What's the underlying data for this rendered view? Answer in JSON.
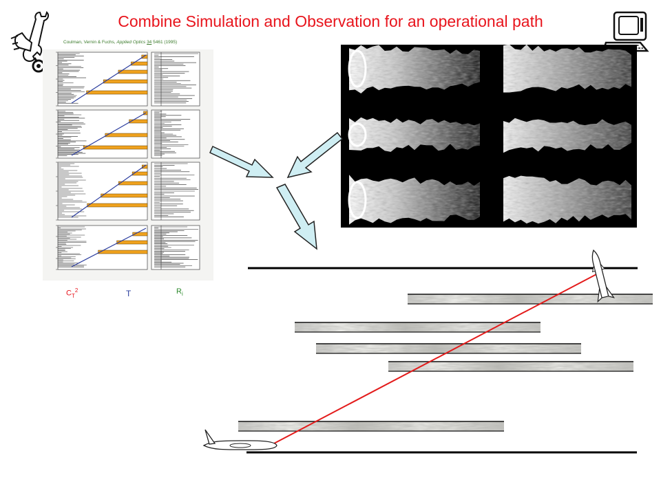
{
  "title": "Combine Simulation and Observation for an operational path",
  "citation": {
    "authors": "Coulman, Vernin & Fuchs,",
    "journal": "Applied Optics",
    "volume": "34",
    "rest": "5461 (1995)"
  },
  "profile_labels": {
    "ct2_main": "C",
    "ct2_sub": "T",
    "ct2_sup": "2",
    "t": "T",
    "ri_main": "R",
    "ri_sub": "i"
  },
  "icons": {
    "wrench": "hand-wrench-icon",
    "computer": "computer-terminal-icon",
    "aircraft": "aircraft-icon",
    "missile": "missile-icon"
  },
  "colors": {
    "title": "#e8141c",
    "arrow_fill": "#cfeef3",
    "laser_path": "#e31b1b",
    "layer_fill": "#f0a21e",
    "profile_line": "#2a3c9e"
  }
}
